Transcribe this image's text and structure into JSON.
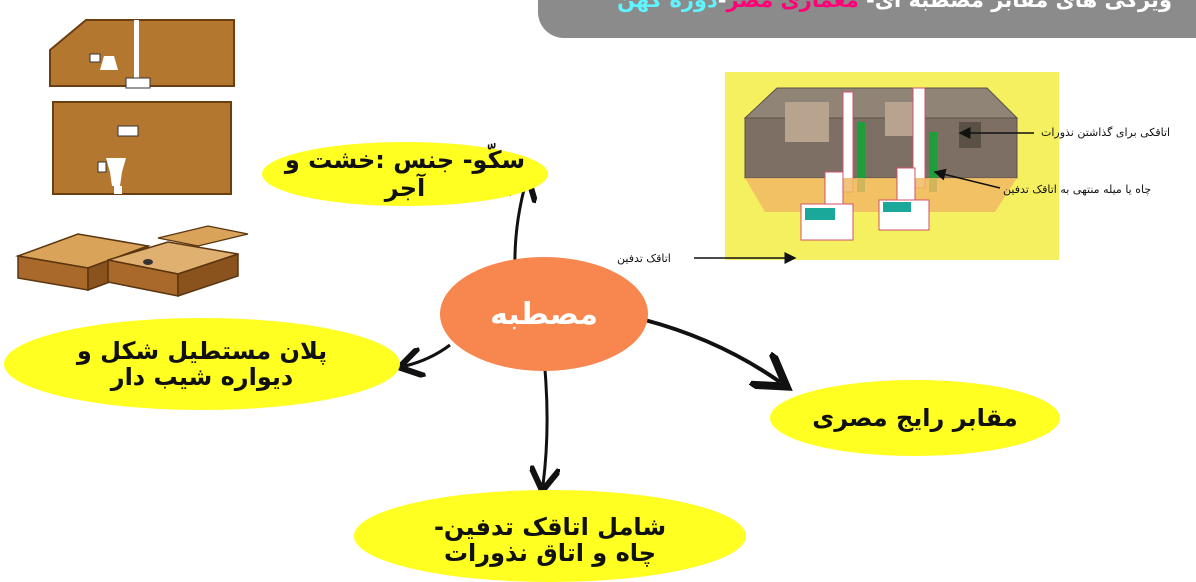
{
  "header": {
    "part1": "ویژگی های  مقابر مصطبه ای- ",
    "part2": "معماری مصر",
    "part3": "-",
    "part4": "دوره کهن"
  },
  "center": {
    "label": "مصطبه"
  },
  "nodes": {
    "top": "سکّو- جنس :خشت و آجر",
    "left": "پلان مستطیل شکل و دیواره شیب دار",
    "right": "مقابر رایج مصری",
    "bottom": "شامل اتاقک تدفین-چاه و اتاق نذورات"
  },
  "diagram_labels": {
    "offering_room": "اتاقکی برای گذاشتن نذورات",
    "shaft": "چاه یا میله منتهی به اتاقک تدفین",
    "burial_room": "اتاقک تدفین"
  },
  "colors": {
    "header_bg": "#8b8b8b",
    "highlight_pink": "#ff0077",
    "highlight_cyan": "#5ff4ff",
    "node_fill": "#ffff22",
    "center_fill": "#f7874e",
    "panel_yellow": "#f5f060",
    "mud_brick": "#b3772f"
  }
}
